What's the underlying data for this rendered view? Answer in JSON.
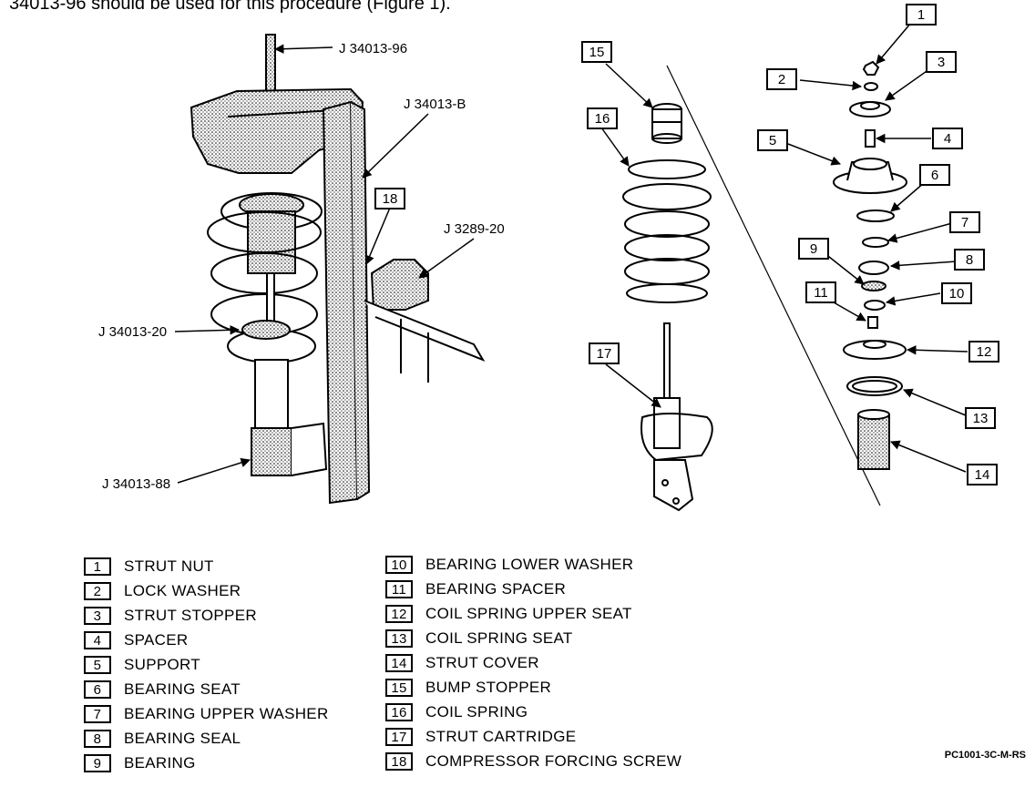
{
  "header": {
    "text": "34013-96 should be used for this procedure (Figure 1)."
  },
  "tools": [
    {
      "id": "t1",
      "label": "J 34013-96"
    },
    {
      "id": "t2",
      "label": "J 34013-B"
    },
    {
      "id": "t3",
      "label": "J 3289-20"
    },
    {
      "id": "t4",
      "label": "J 34013-20"
    },
    {
      "id": "t5",
      "label": "J 34013-88"
    }
  ],
  "callouts": [
    "1",
    "2",
    "3",
    "4",
    "5",
    "6",
    "7",
    "8",
    "9",
    "10",
    "11",
    "12",
    "13",
    "14",
    "15",
    "16",
    "17",
    "18"
  ],
  "legend": [
    {
      "num": "1",
      "label": "STRUT NUT"
    },
    {
      "num": "2",
      "label": "LOCK WASHER"
    },
    {
      "num": "3",
      "label": "STRUT STOPPER"
    },
    {
      "num": "4",
      "label": "SPACER"
    },
    {
      "num": "5",
      "label": "SUPPORT"
    },
    {
      "num": "6",
      "label": "BEARING SEAT"
    },
    {
      "num": "7",
      "label": "BEARING UPPER WASHER"
    },
    {
      "num": "8",
      "label": "BEARING SEAL"
    },
    {
      "num": "9",
      "label": "BEARING"
    },
    {
      "num": "10",
      "label": "BEARING LOWER WASHER"
    },
    {
      "num": "11",
      "label": "BEARING SPACER"
    },
    {
      "num": "12",
      "label": "COIL SPRING UPPER SEAT"
    },
    {
      "num": "13",
      "label": "COIL SPRING SEAT"
    },
    {
      "num": "14",
      "label": "STRUT COVER"
    },
    {
      "num": "15",
      "label": "BUMP STOPPER"
    },
    {
      "num": "16",
      "label": "COIL SPRING"
    },
    {
      "num": "17",
      "label": "STRUT CARTRIDGE"
    },
    {
      "num": "18",
      "label": "COMPRESSOR FORCING SCREW"
    }
  ],
  "figure_code": "PC1001-3C-M-RS"
}
